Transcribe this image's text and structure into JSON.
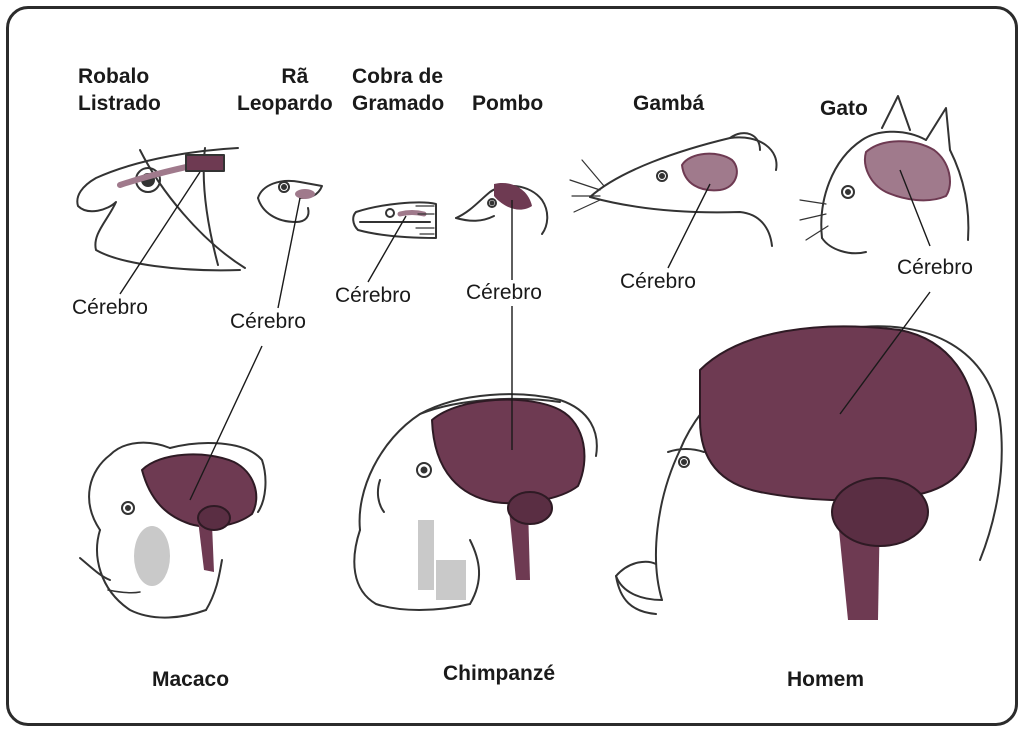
{
  "brain_label": "Cérebro",
  "colors": {
    "brain": "#6e3a52",
    "brain_light": "#a07a8c",
    "outline": "#333333",
    "shade": "#b9b9b9"
  },
  "animals": {
    "robalo": {
      "line1": "Robalo",
      "line2": "Listrado"
    },
    "ra": {
      "line1": "Rã",
      "line2": "Leopardo"
    },
    "cobra": {
      "line1": "Cobra de",
      "line2": "Gramado"
    },
    "pombo": {
      "name": "Pombo"
    },
    "gamba": {
      "name": "Gambá"
    },
    "gato": {
      "name": "Gato"
    },
    "macaco": {
      "name": "Macaco"
    },
    "chimpanze": {
      "name": "Chimpanzé"
    },
    "homem": {
      "name": "Homem"
    }
  }
}
